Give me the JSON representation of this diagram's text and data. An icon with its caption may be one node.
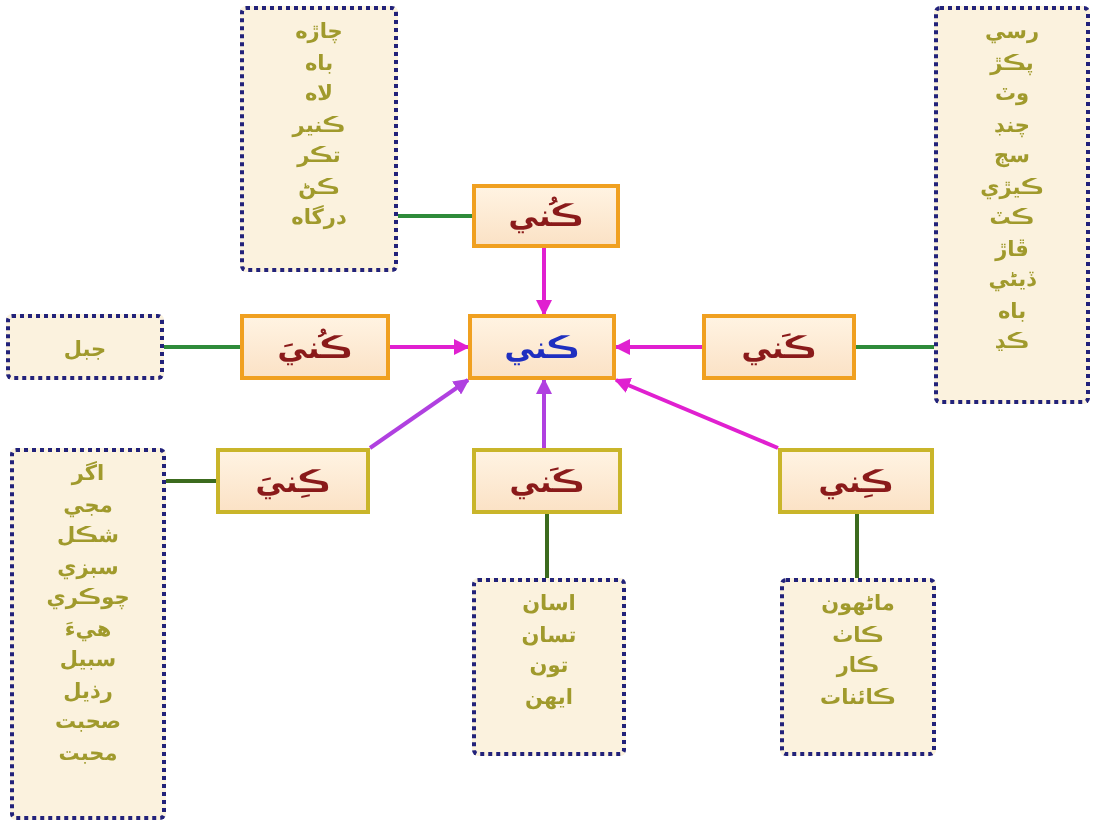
{
  "diagram": {
    "nodes": [
      {
        "text": [
          "چاڙه",
          "باه",
          "لاه",
          "ڪنير",
          "تڪر",
          "ڪڻ",
          "درگاه"
        ]
      },
      {
        "text": [
          "رسي",
          "پڪڙ",
          "وٽ",
          "چنڊ",
          "سڄ",
          "ڪيڙي",
          "ڪٽ",
          "ڦاڙ",
          "ڏيڻي",
          "باه",
          "ڪڍ"
        ]
      },
      {
        "text": [
          "ڪُني"
        ]
      },
      {
        "text": [
          "جبل"
        ]
      },
      {
        "text": [
          "ڪُنيَ"
        ]
      },
      {
        "text": [
          "ڪني"
        ]
      },
      {
        "text": [
          "ڪَني"
        ]
      },
      {
        "text": [
          "اگر",
          "مجي",
          "شڪل",
          "سبزي",
          "چوڪري",
          "هيءَ",
          "سبيل",
          "رذيل",
          "صحبت",
          "محبت"
        ]
      },
      {
        "text": [
          "ڪِنيَ"
        ]
      },
      {
        "text": [
          "ڪَني"
        ]
      },
      {
        "text": [
          "ڪِني"
        ]
      },
      {
        "text": [
          "اسان",
          "تسان",
          "تون",
          "ايهن"
        ]
      },
      {
        "text": [
          "ماڻهون",
          "ڪاٺ",
          "ڪار",
          "ڪائنات"
        ]
      }
    ],
    "edges": [
      {
        "from": 2,
        "to": 5,
        "arrow": "to",
        "color": "#e020d0"
      },
      {
        "from": 4,
        "to": 5,
        "arrow": "to",
        "color": "#e020d0"
      },
      {
        "from": 6,
        "to": 5,
        "arrow": "to",
        "color": "#e020d0"
      },
      {
        "from": 8,
        "to": 5,
        "arrow": "to",
        "color": "#b040e0"
      },
      {
        "from": 9,
        "to": 5,
        "arrow": "to",
        "color": "#b040e0"
      },
      {
        "from": 10,
        "to": 5,
        "arrow": "to",
        "color": "#e020d0"
      },
      {
        "from": 0,
        "to": 2,
        "arrow": "none",
        "color": "#2e8b3a"
      },
      {
        "from": 1,
        "to": 6,
        "arrow": "none",
        "color": "#2e8b3a"
      },
      {
        "from": 3,
        "to": 4,
        "arrow": "none",
        "color": "#2e8b3a"
      },
      {
        "from": 7,
        "to": 8,
        "arrow": "none",
        "color": "#3c6b1e"
      },
      {
        "from": 11,
        "to": 9,
        "arrow": "none",
        "color": "#3c6b1e"
      },
      {
        "from": 12,
        "to": 10,
        "arrow": "none",
        "color": "#3c6b1e"
      }
    ]
  }
}
